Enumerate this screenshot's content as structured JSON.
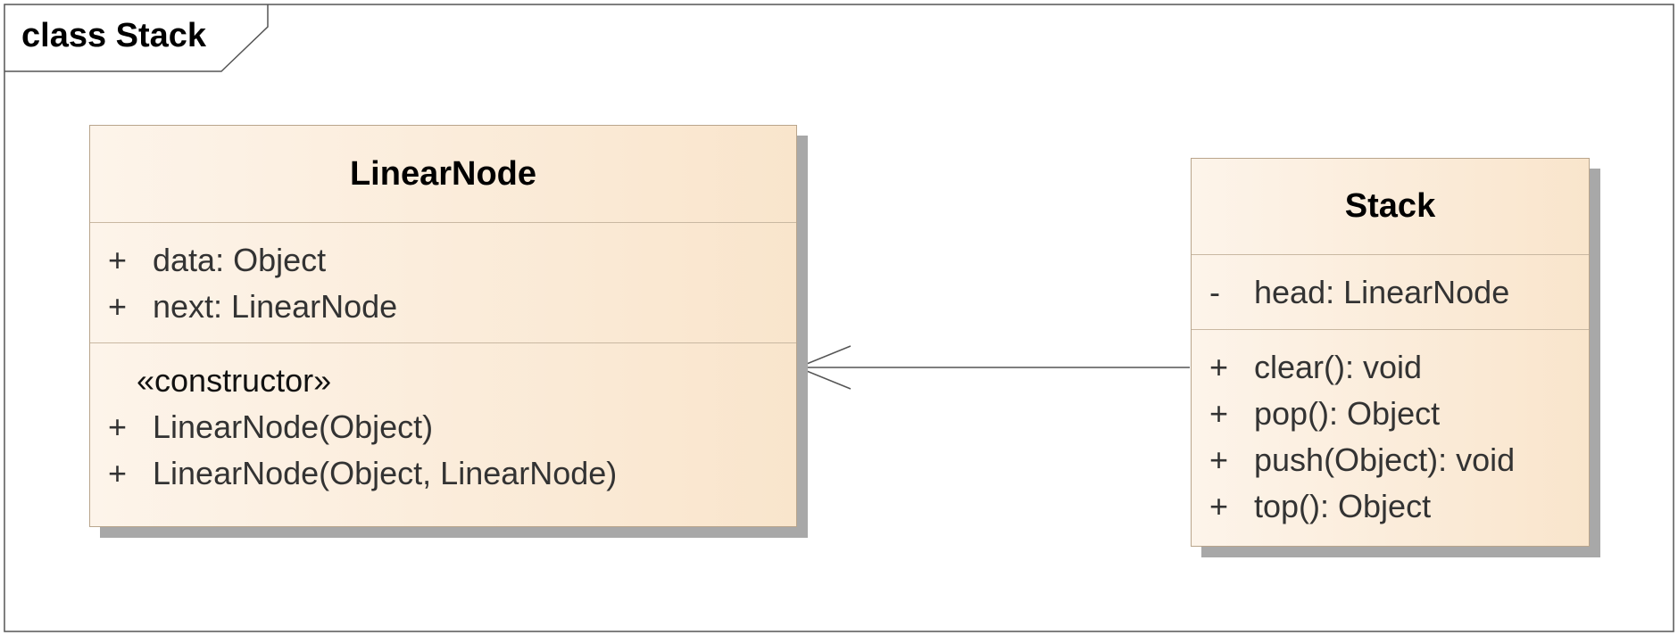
{
  "frame": {
    "title": "class Stack"
  },
  "classes": {
    "linear_node": {
      "name": "LinearNode",
      "attributes": [
        {
          "visibility": "+",
          "text": "data: Object"
        },
        {
          "visibility": "+",
          "text": "next: LinearNode"
        }
      ],
      "stereotype": "«constructor»",
      "operations": [
        {
          "visibility": "+",
          "text": "LinearNode(Object)"
        },
        {
          "visibility": "+",
          "text": "LinearNode(Object, LinearNode)"
        }
      ]
    },
    "stack": {
      "name": "Stack",
      "attributes": [
        {
          "visibility": "-",
          "text": "head: LinearNode"
        }
      ],
      "operations": [
        {
          "visibility": "+",
          "text": "clear(): void"
        },
        {
          "visibility": "+",
          "text": "pop(): Object"
        },
        {
          "visibility": "+",
          "text": "push(Object): void"
        },
        {
          "visibility": "+",
          "text": "top(): Object"
        }
      ]
    }
  },
  "relationships": [
    {
      "type": "directed-association",
      "source": "Stack",
      "target": "LinearNode"
    }
  ],
  "colors": {
    "class_fill_start": "#fdf4ea",
    "class_fill_end": "#f9e5cc",
    "shadow": "#a8a8a8",
    "line": "#555555"
  }
}
